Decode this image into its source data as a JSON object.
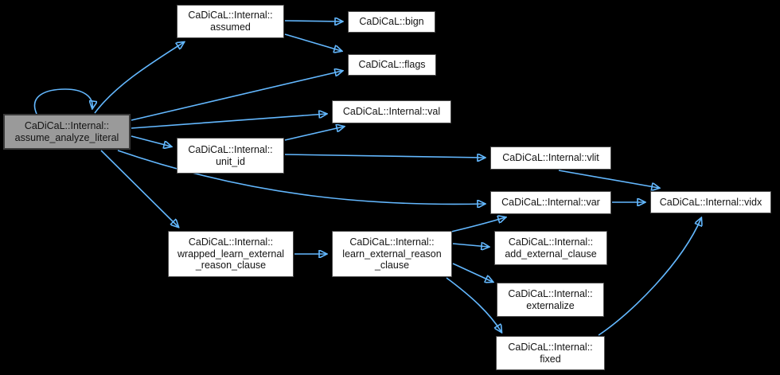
{
  "diagram": {
    "type": "call-graph",
    "root_function": "CaDiCaL::Internal::assume_analyze_literal",
    "colors": {
      "background": "#000000",
      "edge": "#63B8FF",
      "node_fill": "#FFFFFF",
      "node_border": "#4A4A4A",
      "highlight_fill": "#9A9A9A",
      "highlight_border": "#3A3A3A",
      "text": "#131313"
    },
    "nodes": [
      {
        "id": "assume_analyze_literal",
        "label": "CaDiCaL::Internal::\nassume_analyze_literal",
        "highlighted": true
      },
      {
        "id": "assumed",
        "label": "CaDiCaL::Internal::\nassumed",
        "highlighted": false
      },
      {
        "id": "bign",
        "label": "CaDiCaL::bign",
        "highlighted": false
      },
      {
        "id": "flags",
        "label": "CaDiCaL::flags",
        "highlighted": false
      },
      {
        "id": "val",
        "label": "CaDiCaL::Internal::val",
        "highlighted": false
      },
      {
        "id": "unit_id",
        "label": "CaDiCaL::Internal::\nunit_id",
        "highlighted": false
      },
      {
        "id": "vlit",
        "label": "CaDiCaL::Internal::vlit",
        "highlighted": false
      },
      {
        "id": "var",
        "label": "CaDiCaL::Internal::var",
        "highlighted": false
      },
      {
        "id": "vidx",
        "label": "CaDiCaL::Internal::vidx",
        "highlighted": false
      },
      {
        "id": "wrapped_learn_external_reason_clause",
        "label": "CaDiCaL::Internal::\nwrapped_learn_external\n_reason_clause",
        "highlighted": false
      },
      {
        "id": "learn_external_reason_clause",
        "label": "CaDiCaL::Internal::\nlearn_external_reason\n_clause",
        "highlighted": false
      },
      {
        "id": "add_external_clause",
        "label": "CaDiCaL::Internal::\nadd_external_clause",
        "highlighted": false
      },
      {
        "id": "externalize",
        "label": "CaDiCaL::Internal::\nexternalize",
        "highlighted": false
      },
      {
        "id": "fixed",
        "label": "CaDiCaL::Internal::\nfixed",
        "highlighted": false
      }
    ],
    "edges": [
      {
        "from": "assume_analyze_literal",
        "to": "assume_analyze_literal"
      },
      {
        "from": "assume_analyze_literal",
        "to": "assumed"
      },
      {
        "from": "assume_analyze_literal",
        "to": "flags"
      },
      {
        "from": "assume_analyze_literal",
        "to": "val"
      },
      {
        "from": "assume_analyze_literal",
        "to": "unit_id"
      },
      {
        "from": "assume_analyze_literal",
        "to": "var"
      },
      {
        "from": "assume_analyze_literal",
        "to": "wrapped_learn_external_reason_clause"
      },
      {
        "from": "assumed",
        "to": "bign"
      },
      {
        "from": "assumed",
        "to": "flags"
      },
      {
        "from": "unit_id",
        "to": "val"
      },
      {
        "from": "unit_id",
        "to": "vlit"
      },
      {
        "from": "vlit",
        "to": "vidx"
      },
      {
        "from": "var",
        "to": "vidx"
      },
      {
        "from": "wrapped_learn_external_reason_clause",
        "to": "learn_external_reason_clause"
      },
      {
        "from": "learn_external_reason_clause",
        "to": "var"
      },
      {
        "from": "learn_external_reason_clause",
        "to": "add_external_clause"
      },
      {
        "from": "learn_external_reason_clause",
        "to": "externalize"
      },
      {
        "from": "learn_external_reason_clause",
        "to": "fixed"
      },
      {
        "from": "fixed",
        "to": "vidx"
      }
    ]
  }
}
